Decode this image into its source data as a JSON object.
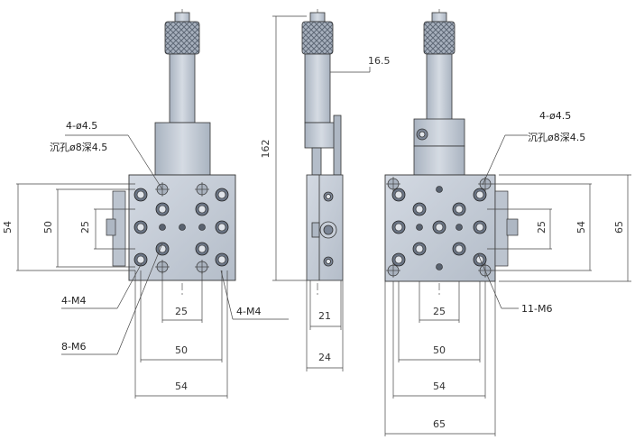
{
  "front": {
    "callouts": {
      "holes_line1": "4-ø4.5",
      "holes_line2": "沉孔ø8深4.5",
      "tap_left": "4-M4",
      "tap_right": "4-M4",
      "tap_m6": "8-M6"
    },
    "dims": {
      "height_54": "54",
      "height_50": "50",
      "height_25": "25",
      "width_25": "25",
      "width_50": "50",
      "width_54": "54"
    }
  },
  "side": {
    "dims": {
      "offset_16_5": "16.5",
      "height_162": "162",
      "width_21": "21",
      "width_24": "24"
    }
  },
  "rear": {
    "callouts": {
      "holes_line1": "4-ø4.5",
      "holes_line2": "沉孔ø8深4.5",
      "tap_m6": "11-M6"
    },
    "dims": {
      "height_25": "25",
      "height_54": "54",
      "height_65": "65",
      "width_25": "25",
      "width_50": "50",
      "width_54": "54",
      "width_65": "65"
    }
  },
  "colors": {
    "plate": "#c9d1dc",
    "plate_dark": "#9aa6b5",
    "metal": "#b8c1cd",
    "line": "#333333",
    "knurl": "#8c96a4"
  }
}
